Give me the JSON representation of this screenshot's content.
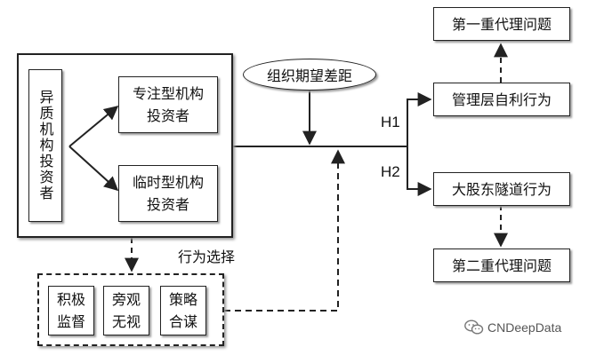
{
  "diagram": {
    "hetero_investors": "异质机构投资者",
    "dedicated_investors": "专注型机构\n投资者",
    "transient_investors": "临时型机构\n投资者",
    "org_aspiration_gap": "组织期望差距",
    "behavior_choice": "行为选择",
    "strategies": [
      {
        "key": "active_monitoring",
        "label": "积极\n监督"
      },
      {
        "key": "passive_watch",
        "label": "旁观\n无视"
      },
      {
        "key": "collusion",
        "label": "策略\n合谋"
      }
    ],
    "h1_label": "H1",
    "h2_label": "H2",
    "mgmt_self_interest": "管理层自利行为",
    "first_agency_problem": "第一重代理问题",
    "tunneling": "大股东隧道行为",
    "second_agency_problem": "第二重代理问题"
  },
  "watermark": {
    "icon": "wechat-icon",
    "text": "CNDeepData"
  }
}
